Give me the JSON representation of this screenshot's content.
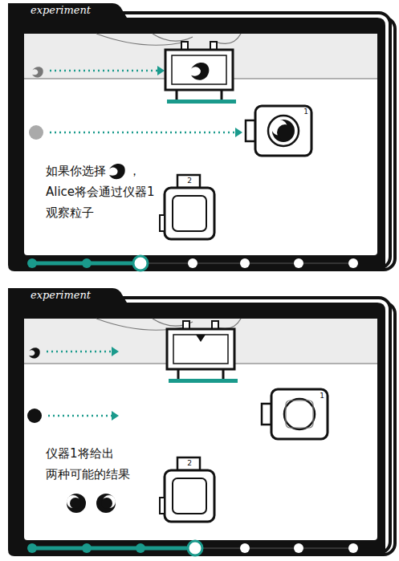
{
  "diagram": {
    "labels": [
      "experiment",
      "如果你选择",
      "，Alice将会通过仪器1观察粒子",
      "1",
      "2",
      "experiment",
      "仪器1将给出两种可能的结果",
      "1",
      "2"
    ]
  }
}
